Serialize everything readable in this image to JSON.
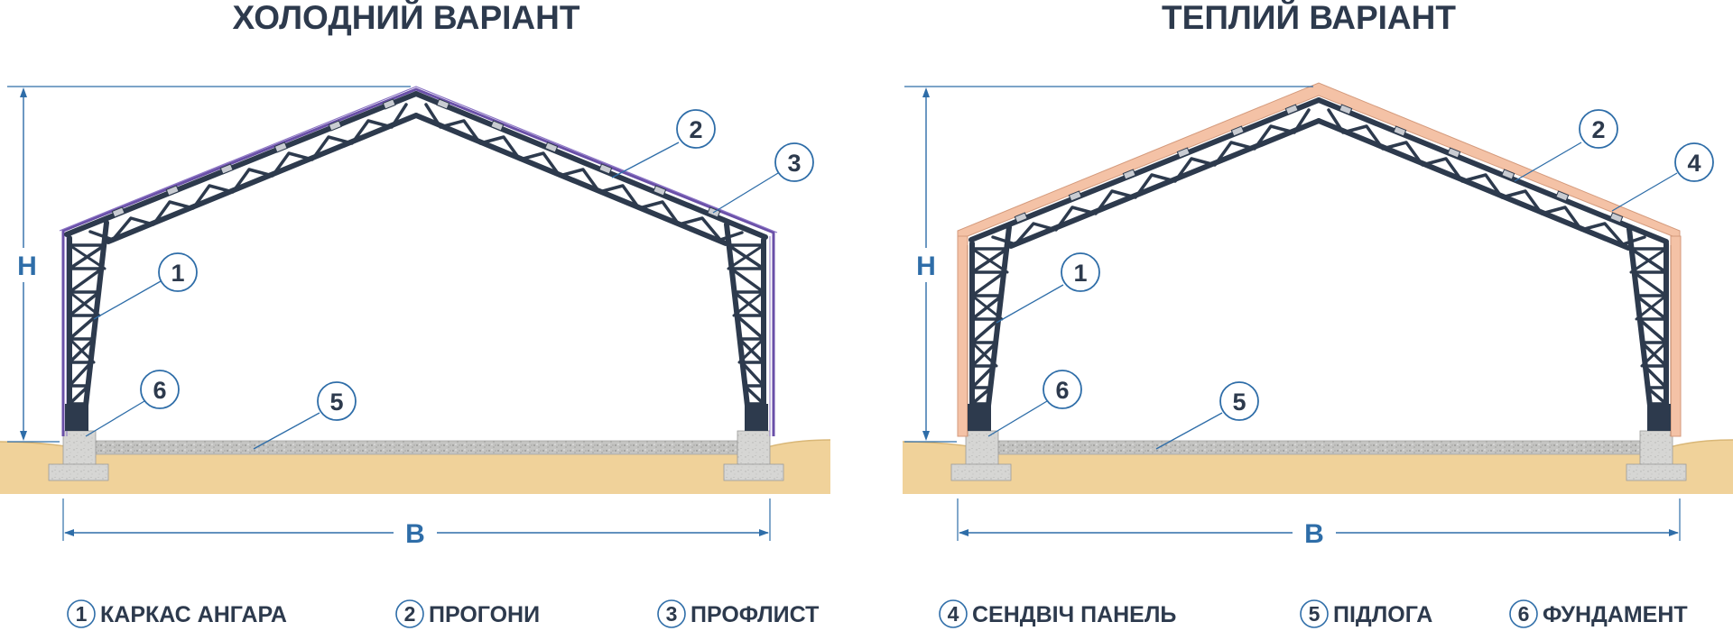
{
  "titles": {
    "cold": "ХОЛОДНИЙ ВАРІАНТ",
    "warm": "ТЕПЛИЙ ВАРІАНТ"
  },
  "dimensions": {
    "height": "H",
    "width": "B"
  },
  "callouts": {
    "frame": "1",
    "purlins": "2",
    "profile_sheet": "3",
    "sandwich_panel": "4",
    "floor": "5",
    "foundation": "6"
  },
  "legend": [
    {
      "num": "1",
      "label": "КАРКАС АНГАРА"
    },
    {
      "num": "2",
      "label": "ПРОГОНИ"
    },
    {
      "num": "3",
      "label": "ПРОФЛИСТ"
    },
    {
      "num": "4",
      "label": "СЕНДВІЧ ПАНЕЛЬ"
    },
    {
      "num": "5",
      "label": "ПІДЛОГА"
    },
    {
      "num": "6",
      "label": "ФУНДАМЕНТ"
    }
  ],
  "colors": {
    "frame": "#2d3a4d",
    "dimension": "#2e6da8",
    "profile_sheet": "#6a50a8",
    "sandwich_panel": "#f4c2a6",
    "ground": "#f0d29a",
    "concrete": "#d3d3d1",
    "floor_gravel": "#bcbcbc",
    "callout_circle": "#2e6da8"
  }
}
